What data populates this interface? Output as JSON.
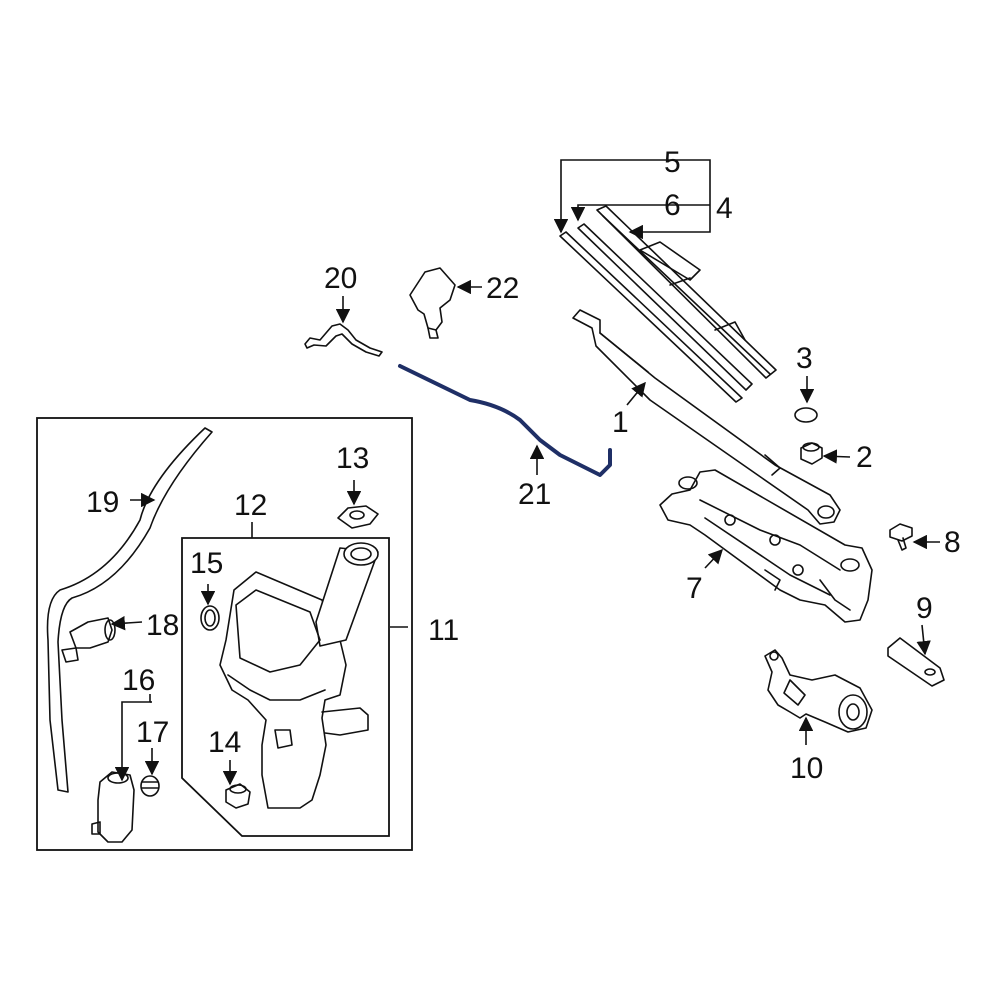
{
  "colors": {
    "line": "#111111",
    "background": "#ffffff",
    "highlight": "#1f2f66"
  },
  "highlighted_part": "21",
  "callouts": [
    {
      "key": "c1",
      "label": "1"
    },
    {
      "key": "c2",
      "label": "2"
    },
    {
      "key": "c3",
      "label": "3"
    },
    {
      "key": "c4",
      "label": "4"
    },
    {
      "key": "c5",
      "label": "5"
    },
    {
      "key": "c6",
      "label": "6"
    },
    {
      "key": "c7",
      "label": "7"
    },
    {
      "key": "c8",
      "label": "8"
    },
    {
      "key": "c9",
      "label": "9"
    },
    {
      "key": "c10",
      "label": "10"
    },
    {
      "key": "c11",
      "label": "11"
    },
    {
      "key": "c12",
      "label": "12"
    },
    {
      "key": "c13",
      "label": "13"
    },
    {
      "key": "c14",
      "label": "14"
    },
    {
      "key": "c15",
      "label": "15"
    },
    {
      "key": "c16",
      "label": "16"
    },
    {
      "key": "c17",
      "label": "17"
    },
    {
      "key": "c18",
      "label": "18"
    },
    {
      "key": "c19",
      "label": "19"
    },
    {
      "key": "c20",
      "label": "20"
    },
    {
      "key": "c21",
      "label": "21"
    },
    {
      "key": "c22",
      "label": "22"
    }
  ]
}
